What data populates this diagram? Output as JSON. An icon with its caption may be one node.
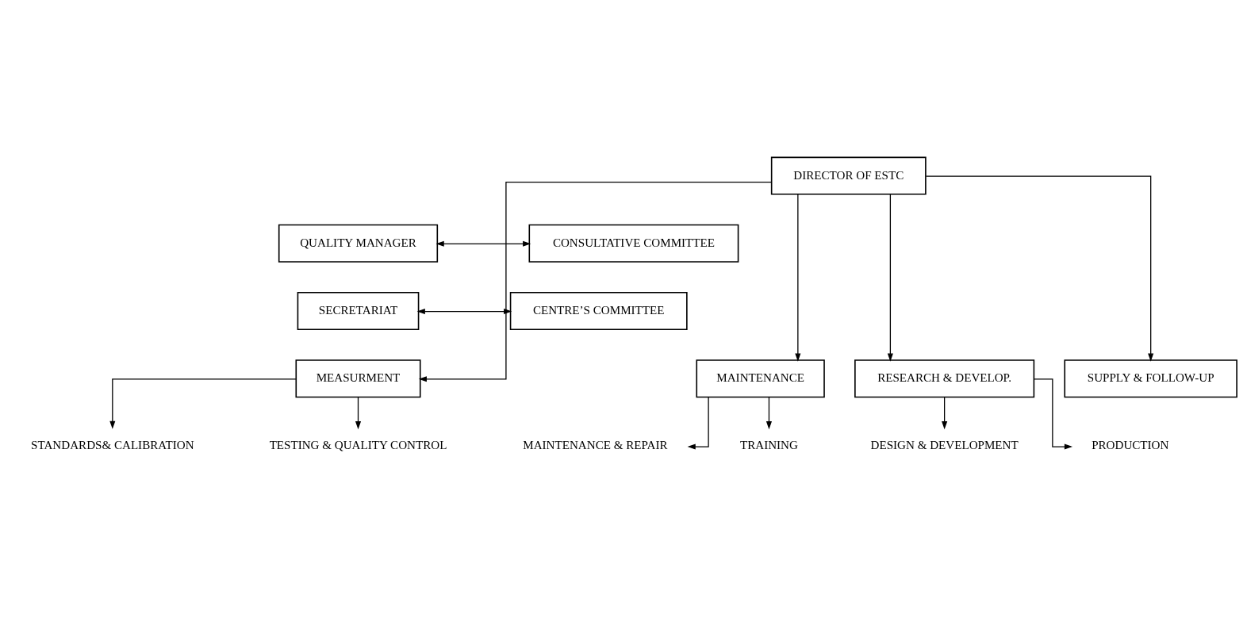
{
  "diagram": {
    "nodes": [
      {
        "text": [
          "DIRECTOR OF ESTC"
        ]
      },
      {
        "text": [
          "QUALITY MANAGER"
        ]
      },
      {
        "text": [
          "CONSULTATIVE COMMITTEE"
        ]
      },
      {
        "text": [
          "SECRETARIAT"
        ]
      },
      {
        "text": [
          "CENTRE’S COMMITTEE"
        ]
      },
      {
        "text": [
          "MEASURMENT"
        ]
      },
      {
        "text": [
          "MAINTENANCE"
        ]
      },
      {
        "text": [
          "RESEARCH & DEVELOP."
        ]
      },
      {
        "text": [
          "SUPPLY & FOLLOW-UP"
        ]
      },
      {
        "text": [
          "STANDARDS& CALIBRATION"
        ]
      },
      {
        "text": [
          "TESTING & QUALITY CONTROL"
        ]
      },
      {
        "text": [
          "MAINTENANCE & REPAIR"
        ]
      },
      {
        "text": [
          "TRAINING"
        ]
      },
      {
        "text": [
          "DESIGN & DEVELOPMENT"
        ]
      },
      {
        "text": [
          "PRODUCTION"
        ]
      }
    ],
    "edges": [
      {
        "from": 1,
        "to": 2,
        "arrow": "both"
      },
      {
        "from": 3,
        "to": 4,
        "arrow": "both"
      },
      {
        "from": 0,
        "to": 5,
        "arrow": "to"
      },
      {
        "from": 0,
        "to": 6,
        "arrow": "to"
      },
      {
        "from": 0,
        "to": 7,
        "arrow": "to"
      },
      {
        "from": 0,
        "to": 8,
        "arrow": "to"
      },
      {
        "from": 5,
        "to": 9,
        "arrow": "to"
      },
      {
        "from": 5,
        "to": 10,
        "arrow": "to"
      },
      {
        "from": 6,
        "to": 11,
        "arrow": "to"
      },
      {
        "from": 6,
        "to": 12,
        "arrow": "to"
      },
      {
        "from": 7,
        "to": 13,
        "arrow": "to"
      },
      {
        "from": 7,
        "to": 14,
        "arrow": "to"
      }
    ]
  }
}
